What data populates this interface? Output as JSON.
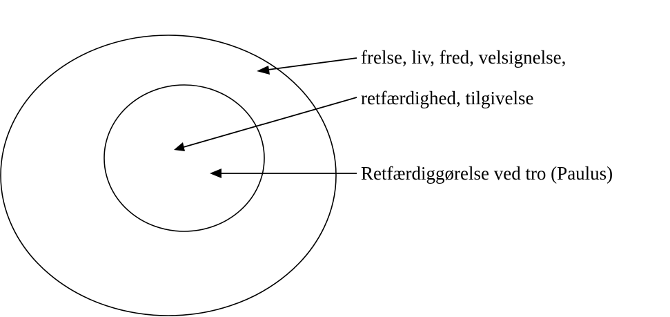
{
  "labels": {
    "outer": "frelse, liv, fred, velsignelse,",
    "outer_cont": "retfærdighed, tilgivelse",
    "inner": "Retfærdiggørelse ved tro (Paulus)"
  },
  "colors": {
    "stroke": "#000000",
    "background": "#ffffff"
  }
}
